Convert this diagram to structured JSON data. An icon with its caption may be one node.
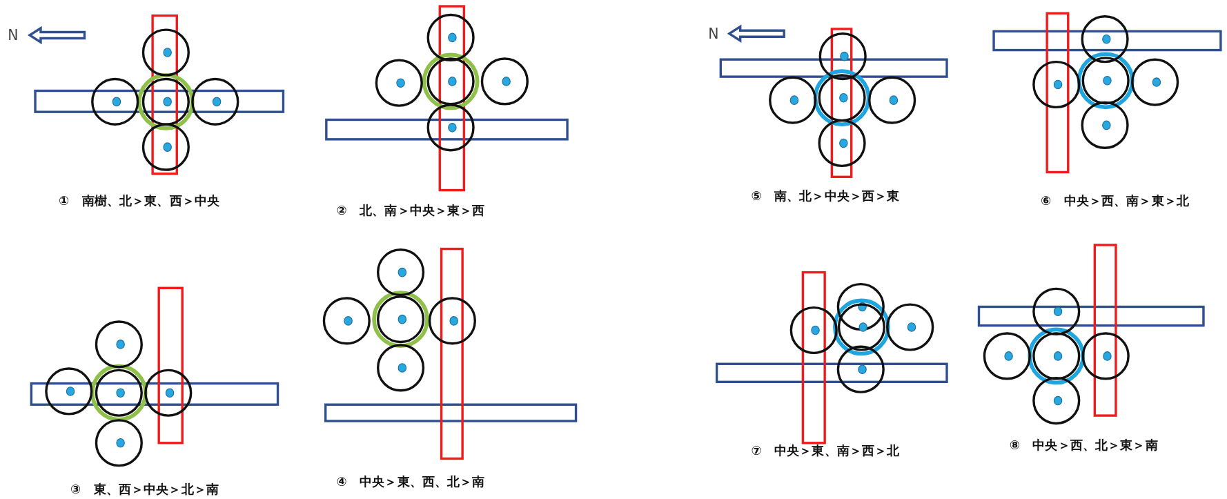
{
  "diagram": {
    "labels": [
      "N",
      "①　南樹、北＞東、西＞中央",
      "②　北、南＞中央＞東＞西",
      "N",
      "⑤　南、北＞中央＞西＞東",
      "⑥　中央＞西、南＞東＞北",
      "③　東、西＞中央＞北＞南",
      "④　中央＞東、西、北＞南",
      "⑦　中央＞東、南＞西＞北",
      "⑧　中央＞西、北＞東＞南"
    ]
  }
}
